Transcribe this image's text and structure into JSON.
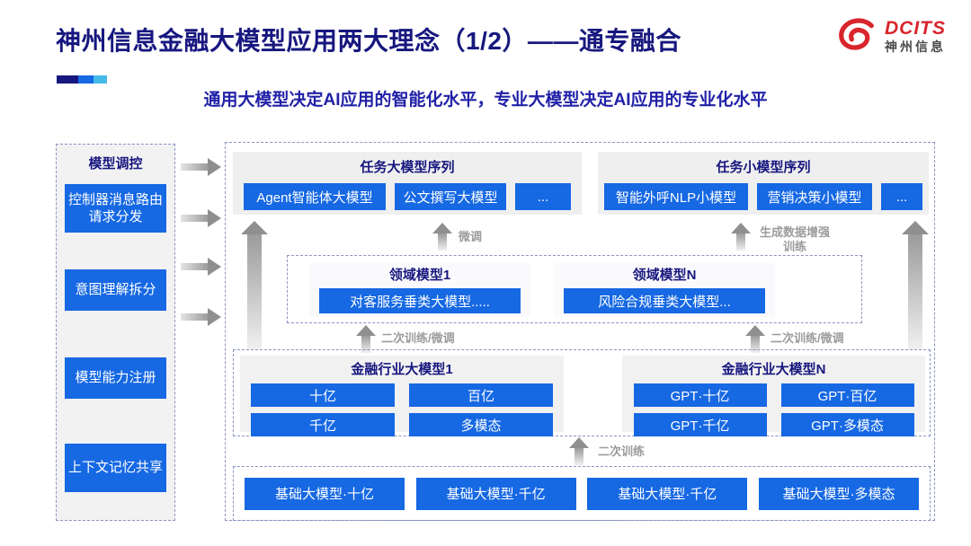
{
  "header": {
    "title": "神州信息金融大模型应用两大理念（1/2）——通专融合",
    "subtitle": "通用大模型决定AI应用的智能化水平，专业大模型决定AI应用的专业化水平",
    "logo": {
      "brand": "DCITS",
      "brand_cn": "神州信息"
    }
  },
  "colors": {
    "navy_title": "#17177f",
    "subtitle_blue": "#2121a8",
    "box_blue": "#1668e3",
    "accent_cyan": "#45b9e8",
    "logo_red": "#d9252c",
    "panel_gray": "#efefef"
  },
  "sidebar": {
    "title": "模型调控",
    "items": [
      "控制器消息路由请求分发",
      "意图理解拆分",
      "模型能力注册",
      "上下文记忆共享"
    ]
  },
  "top_panels": [
    {
      "title": "任务大模型序列",
      "boxes": [
        "Agent智能体大模型",
        "公文撰写大模型",
        "..."
      ]
    },
    {
      "title": "任务小模型序列",
      "boxes": [
        "智能外呼NLP小模型",
        "营销决策小模型",
        "..."
      ]
    }
  ],
  "arrow_labels": {
    "fine_tune": "微调",
    "gen_data": "生成数据增强训练",
    "retrain_left": "二次训练/微调",
    "retrain_right": "二次训练/微调",
    "retrain_bottom": "二次训练"
  },
  "domain_panels": [
    {
      "title": "领域模型1",
      "box": "对客服务垂类大模型....."
    },
    {
      "title": "领域模型N",
      "box": "风险合规垂类大模型..."
    }
  ],
  "industry_panels": [
    {
      "title": "金融行业大模型1",
      "boxes": [
        "十亿",
        "百亿",
        "千亿",
        "多模态"
      ]
    },
    {
      "title": "金融行业大模型N",
      "boxes": [
        "GPT·十亿",
        "GPT·百亿",
        "GPT·千亿",
        "GPT·多模态"
      ]
    }
  ],
  "base_models": [
    "基础大模型·十亿",
    "基础大模型·千亿",
    "基础大模型·千亿",
    "基础大模型·多模态"
  ]
}
